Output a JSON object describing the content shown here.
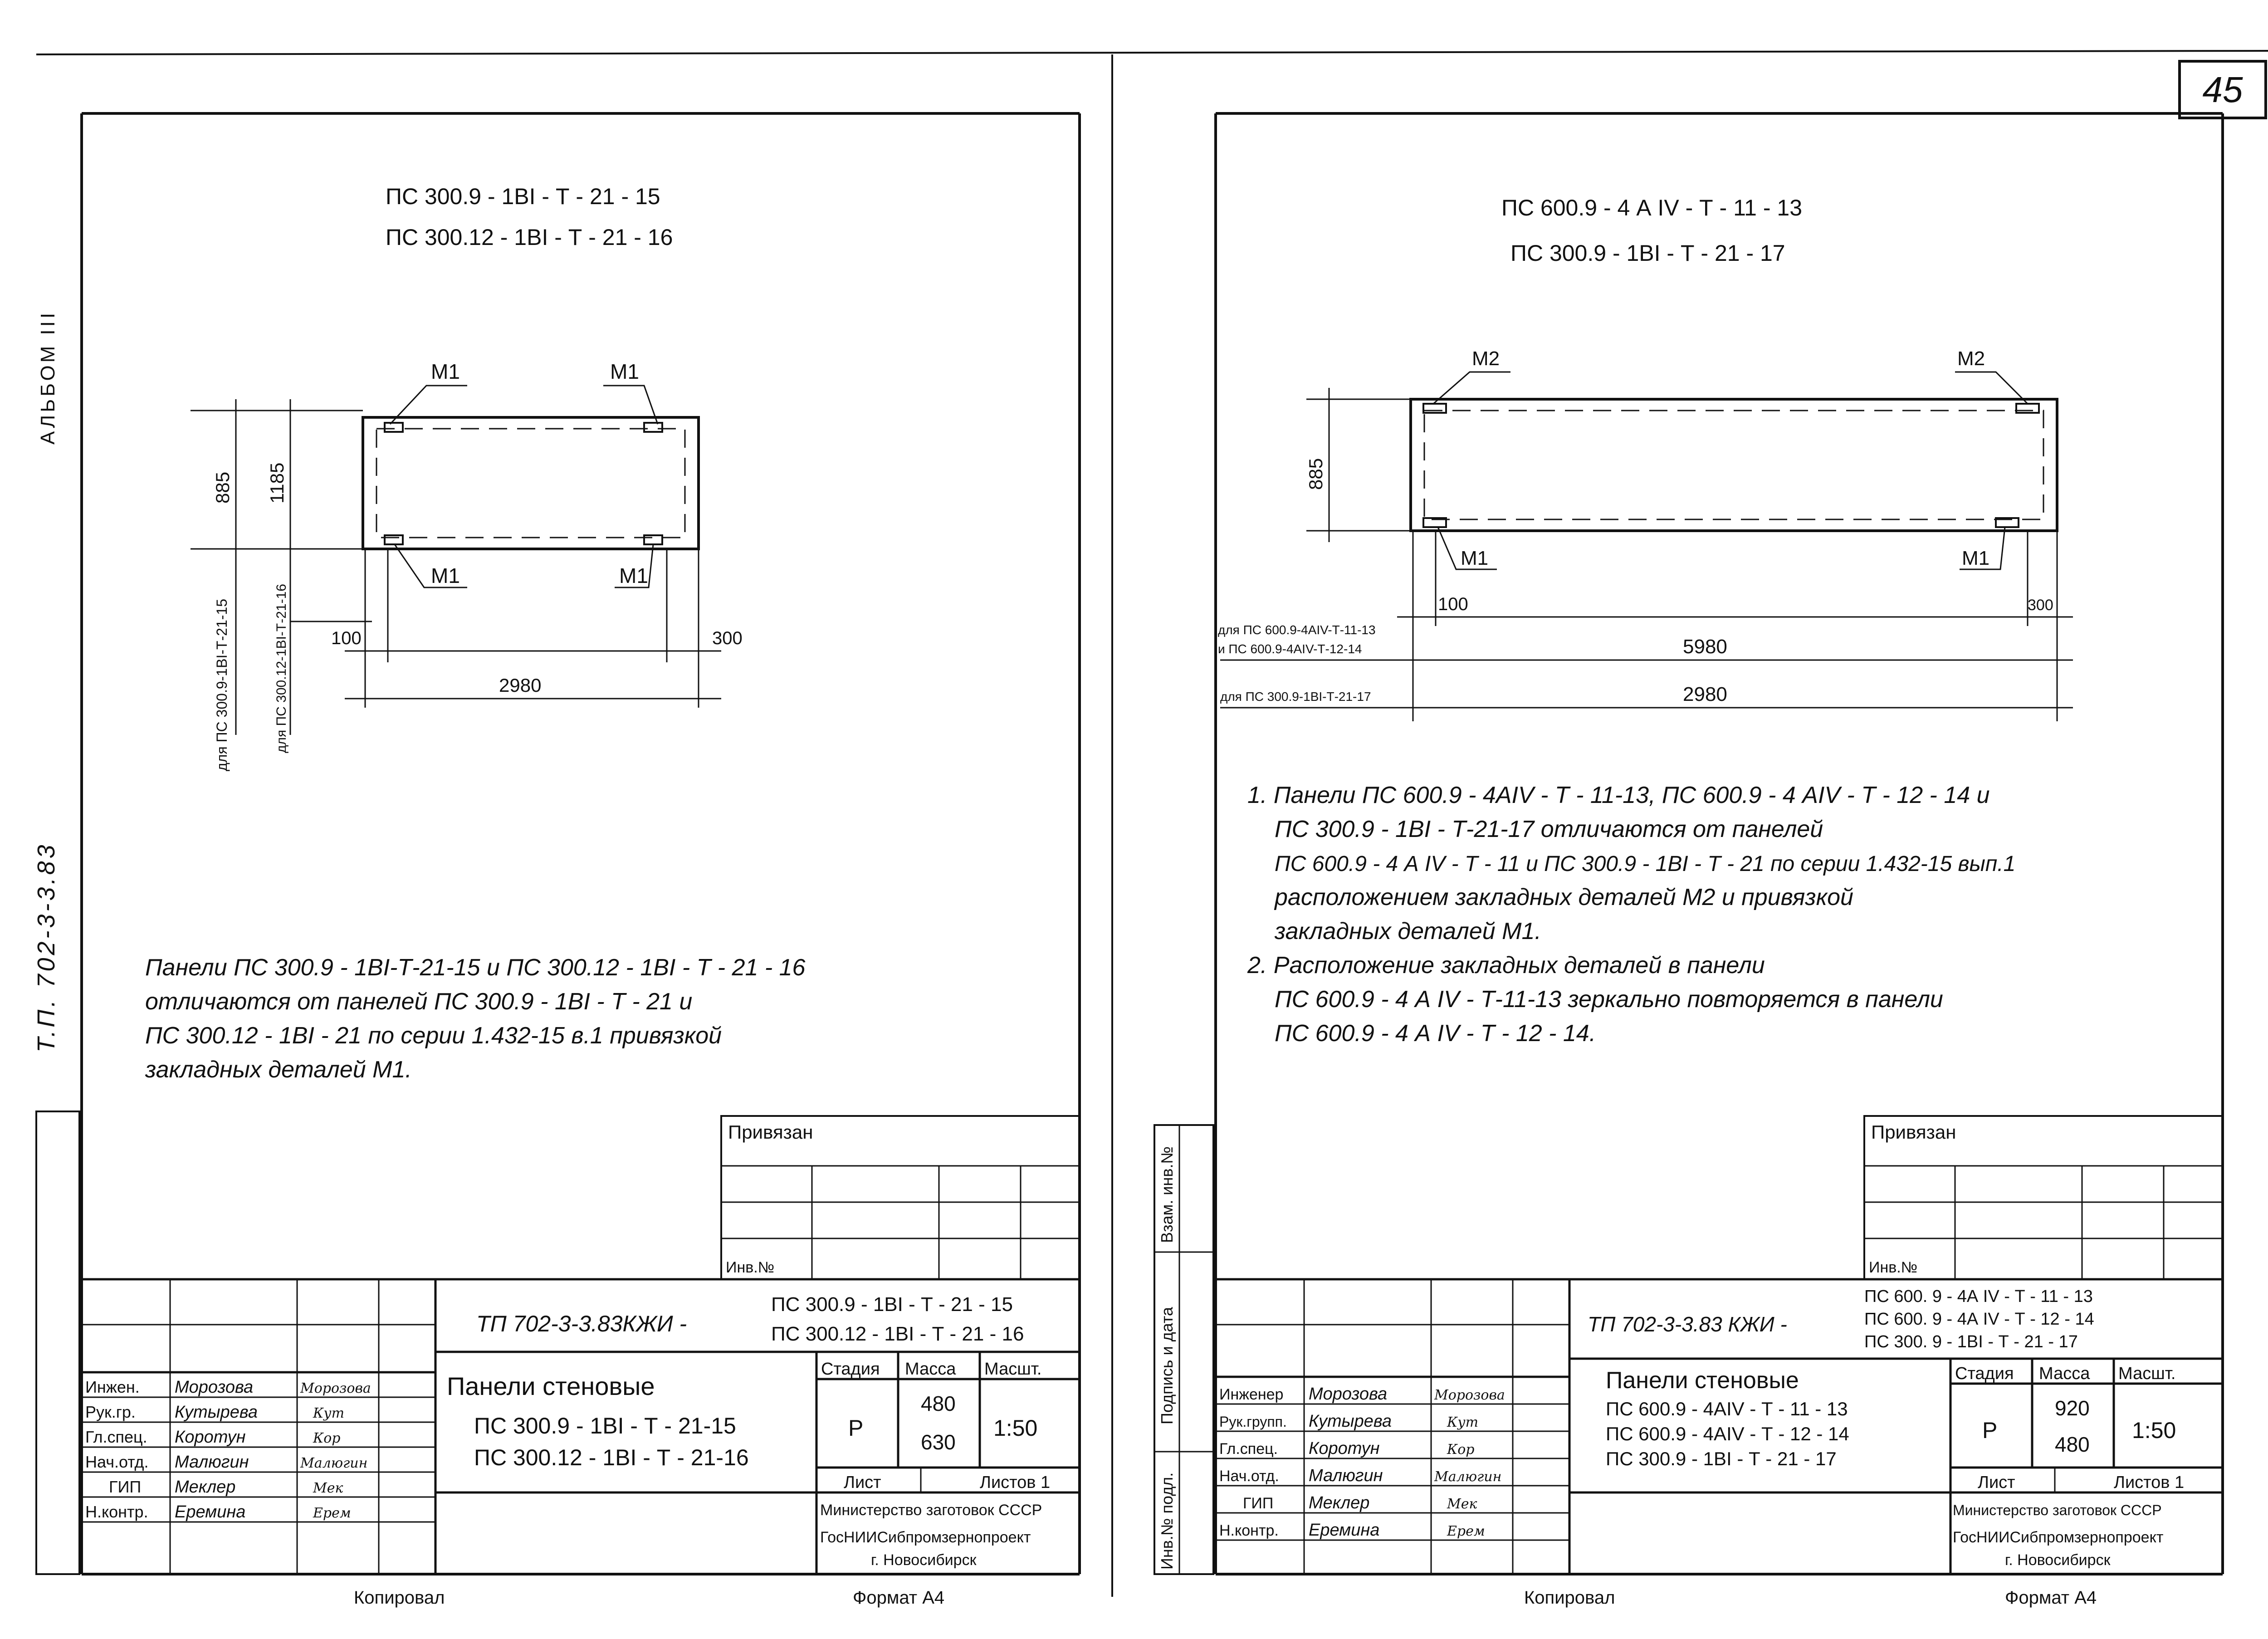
{
  "page": {
    "sheet_number": "45"
  },
  "left": {
    "side_album": "АЛЬБОМ III",
    "side_tp": "Т.П. 702-3-3.83",
    "title_line1": "ПС 300.9 - 1BI - Т - 21 - 15",
    "title_line2": "ПС 300.12 - 1BI - Т - 21 - 16",
    "labels": {
      "m1": "М1"
    },
    "dims": {
      "height": "885",
      "total_height": "1185",
      "left_offset": "100",
      "right_offset": "300",
      "length": "2980",
      "note_a": "для ПС 300.9-1BI-Т-21-15",
      "note_b": "для ПС 300.12-1BI-Т-21-16"
    },
    "note_lines": [
      "Панели  ПС 300.9 - 1BI-Т-21-15  и ПС 300.12 - 1BI - Т - 21 - 16",
      "отличаются  от  панелей  ПС 300.9 - 1BI - Т - 21  и",
      "ПС 300.12 - 1BI - 21  по  серии 1.432-15 в.1 привязкой",
      "закладных деталей  М1."
    ],
    "stamp": {
      "privyazan": "Привязан",
      "inv_no": "Инв.№",
      "code": "ТП 702-3-3.83КЖИ -",
      "code_right_1": "ПС 300.9 - 1BI - Т - 21 - 15",
      "code_right_2": "ПС 300.12 - 1BI - Т - 21 - 16",
      "name_1": "Панели  стеновые",
      "name_2": "ПС 300.9 - 1BI - Т - 21-15",
      "name_3": "ПС 300.12 - 1BI - Т - 21-16",
      "stadia_label": "Стадия",
      "massa_label": "Масса",
      "masht_label": "Масшт.",
      "stadia": "Р",
      "massa_1": "480",
      "massa_2": "630",
      "masht": "1:50",
      "list_label": "Лист",
      "listov_label": "Листов 1",
      "org_1": "Министерство заготовок СССР",
      "org_2": "ГосНИИСибпромзернопроект",
      "org_3": "г. Новосибирск",
      "copied": "Копировал",
      "format": "Формат А4",
      "signers": [
        {
          "role": "Инжен.",
          "name": "Морозова",
          "sig": "Морозова"
        },
        {
          "role": "Рук.гр.",
          "name": "Кутырева",
          "sig": "Кут"
        },
        {
          "role": "Гл.спец.",
          "name": "Коротун",
          "sig": "Кор"
        },
        {
          "role": "Нач.отд.",
          "name": "Малюгин",
          "sig": "Малюгин"
        },
        {
          "role": "ГИП",
          "name": "Меклер",
          "sig": "Мек"
        },
        {
          "role": "Н.контр.",
          "name": "Еремина",
          "sig": "Ерем"
        }
      ]
    }
  },
  "right": {
    "side_labels": [
      "Инв.№ подл.",
      "Подпись и дата",
      "Взам. инв.№"
    ],
    "title_line1": "ПС 600.9 - 4 А IV - Т - 11 - 13",
    "title_line2": "ПС 300.9 - 1BI - Т - 21 - 17",
    "labels": {
      "m1": "М1",
      "m2": "М2"
    },
    "dims": {
      "height": "885",
      "left_offset": "100",
      "right_offset": "300",
      "length_long": "5980",
      "length_short": "2980",
      "note_long": "для ПС 600.9-4АIV-Т-11-13",
      "note_long_2": "и ПС 600.9-4АIV-Т-12-14",
      "note_short": "для ПС 300.9-1BI-Т-21-17"
    },
    "note_lines": [
      "1. Панели  ПС 600.9 - 4АIV - Т - 11-13, ПС 600.9 - 4 АIV - Т - 12 - 14  и",
      "ПС 300.9 - 1BI - Т-21-17   отличаются  от  панелей",
      "ПС 600.9 - 4 А IV - Т - 11  и  ПС 300.9 - 1BI - Т - 21   по серии 1.432-15 вып.1",
      "расположением закладных деталей  М2  и  привязкой",
      "закладных  деталей   М1.",
      "2. Расположение  закладных  деталей   в  панели",
      "ПС 600.9 - 4 А IV - Т-11-13  зеркально  повторяется  в  панели",
      "ПС 600.9 - 4 А IV - Т - 12 - 14."
    ],
    "stamp": {
      "privyazan": "Привязан",
      "inv_no": "Инв.№",
      "code": "ТП 702-3-3.83 КЖИ -",
      "code_right_1": "ПС 600. 9 - 4А IV - Т - 11 - 13",
      "code_right_2": "ПС 600. 9 - 4А IV - Т - 12 - 14",
      "code_right_3": "ПС 300. 9 - 1BI - Т - 21 - 17",
      "name_1": "Панели  стеновые",
      "name_2": "ПС 600.9 - 4АIV - Т - 11 - 13",
      "name_3": "ПС 600.9 - 4АIV - Т - 12 - 14",
      "name_4": "ПС 300.9 - 1BI - Т - 21 - 17",
      "stadia_label": "Стадия",
      "massa_label": "Масса",
      "masht_label": "Масшт.",
      "stadia": "Р",
      "massa_1": "920",
      "massa_2": "480",
      "masht": "1:50",
      "list_label": "Лист",
      "listov_label": "Листов 1",
      "org_1": "Министерство заготовок СССР",
      "org_2": "ГосНИИСибпромзернопроект",
      "org_3": "г. Новосибирск",
      "copied": "Копировал",
      "format": "Формат А4",
      "signers": [
        {
          "role": "Инженер",
          "name": "Морозова",
          "sig": "Морозова"
        },
        {
          "role": "Рук.групп.",
          "name": "Кутырева",
          "sig": "Кут"
        },
        {
          "role": "Гл.спец.",
          "name": "Коротун",
          "sig": "Кор"
        },
        {
          "role": "Нач.отд.",
          "name": "Малюгин",
          "sig": "Малюгин"
        },
        {
          "role": "ГИП",
          "name": "Меклер",
          "sig": "Мек"
        },
        {
          "role": "Н.контр.",
          "name": "Еремина",
          "sig": "Ерем"
        }
      ]
    }
  }
}
